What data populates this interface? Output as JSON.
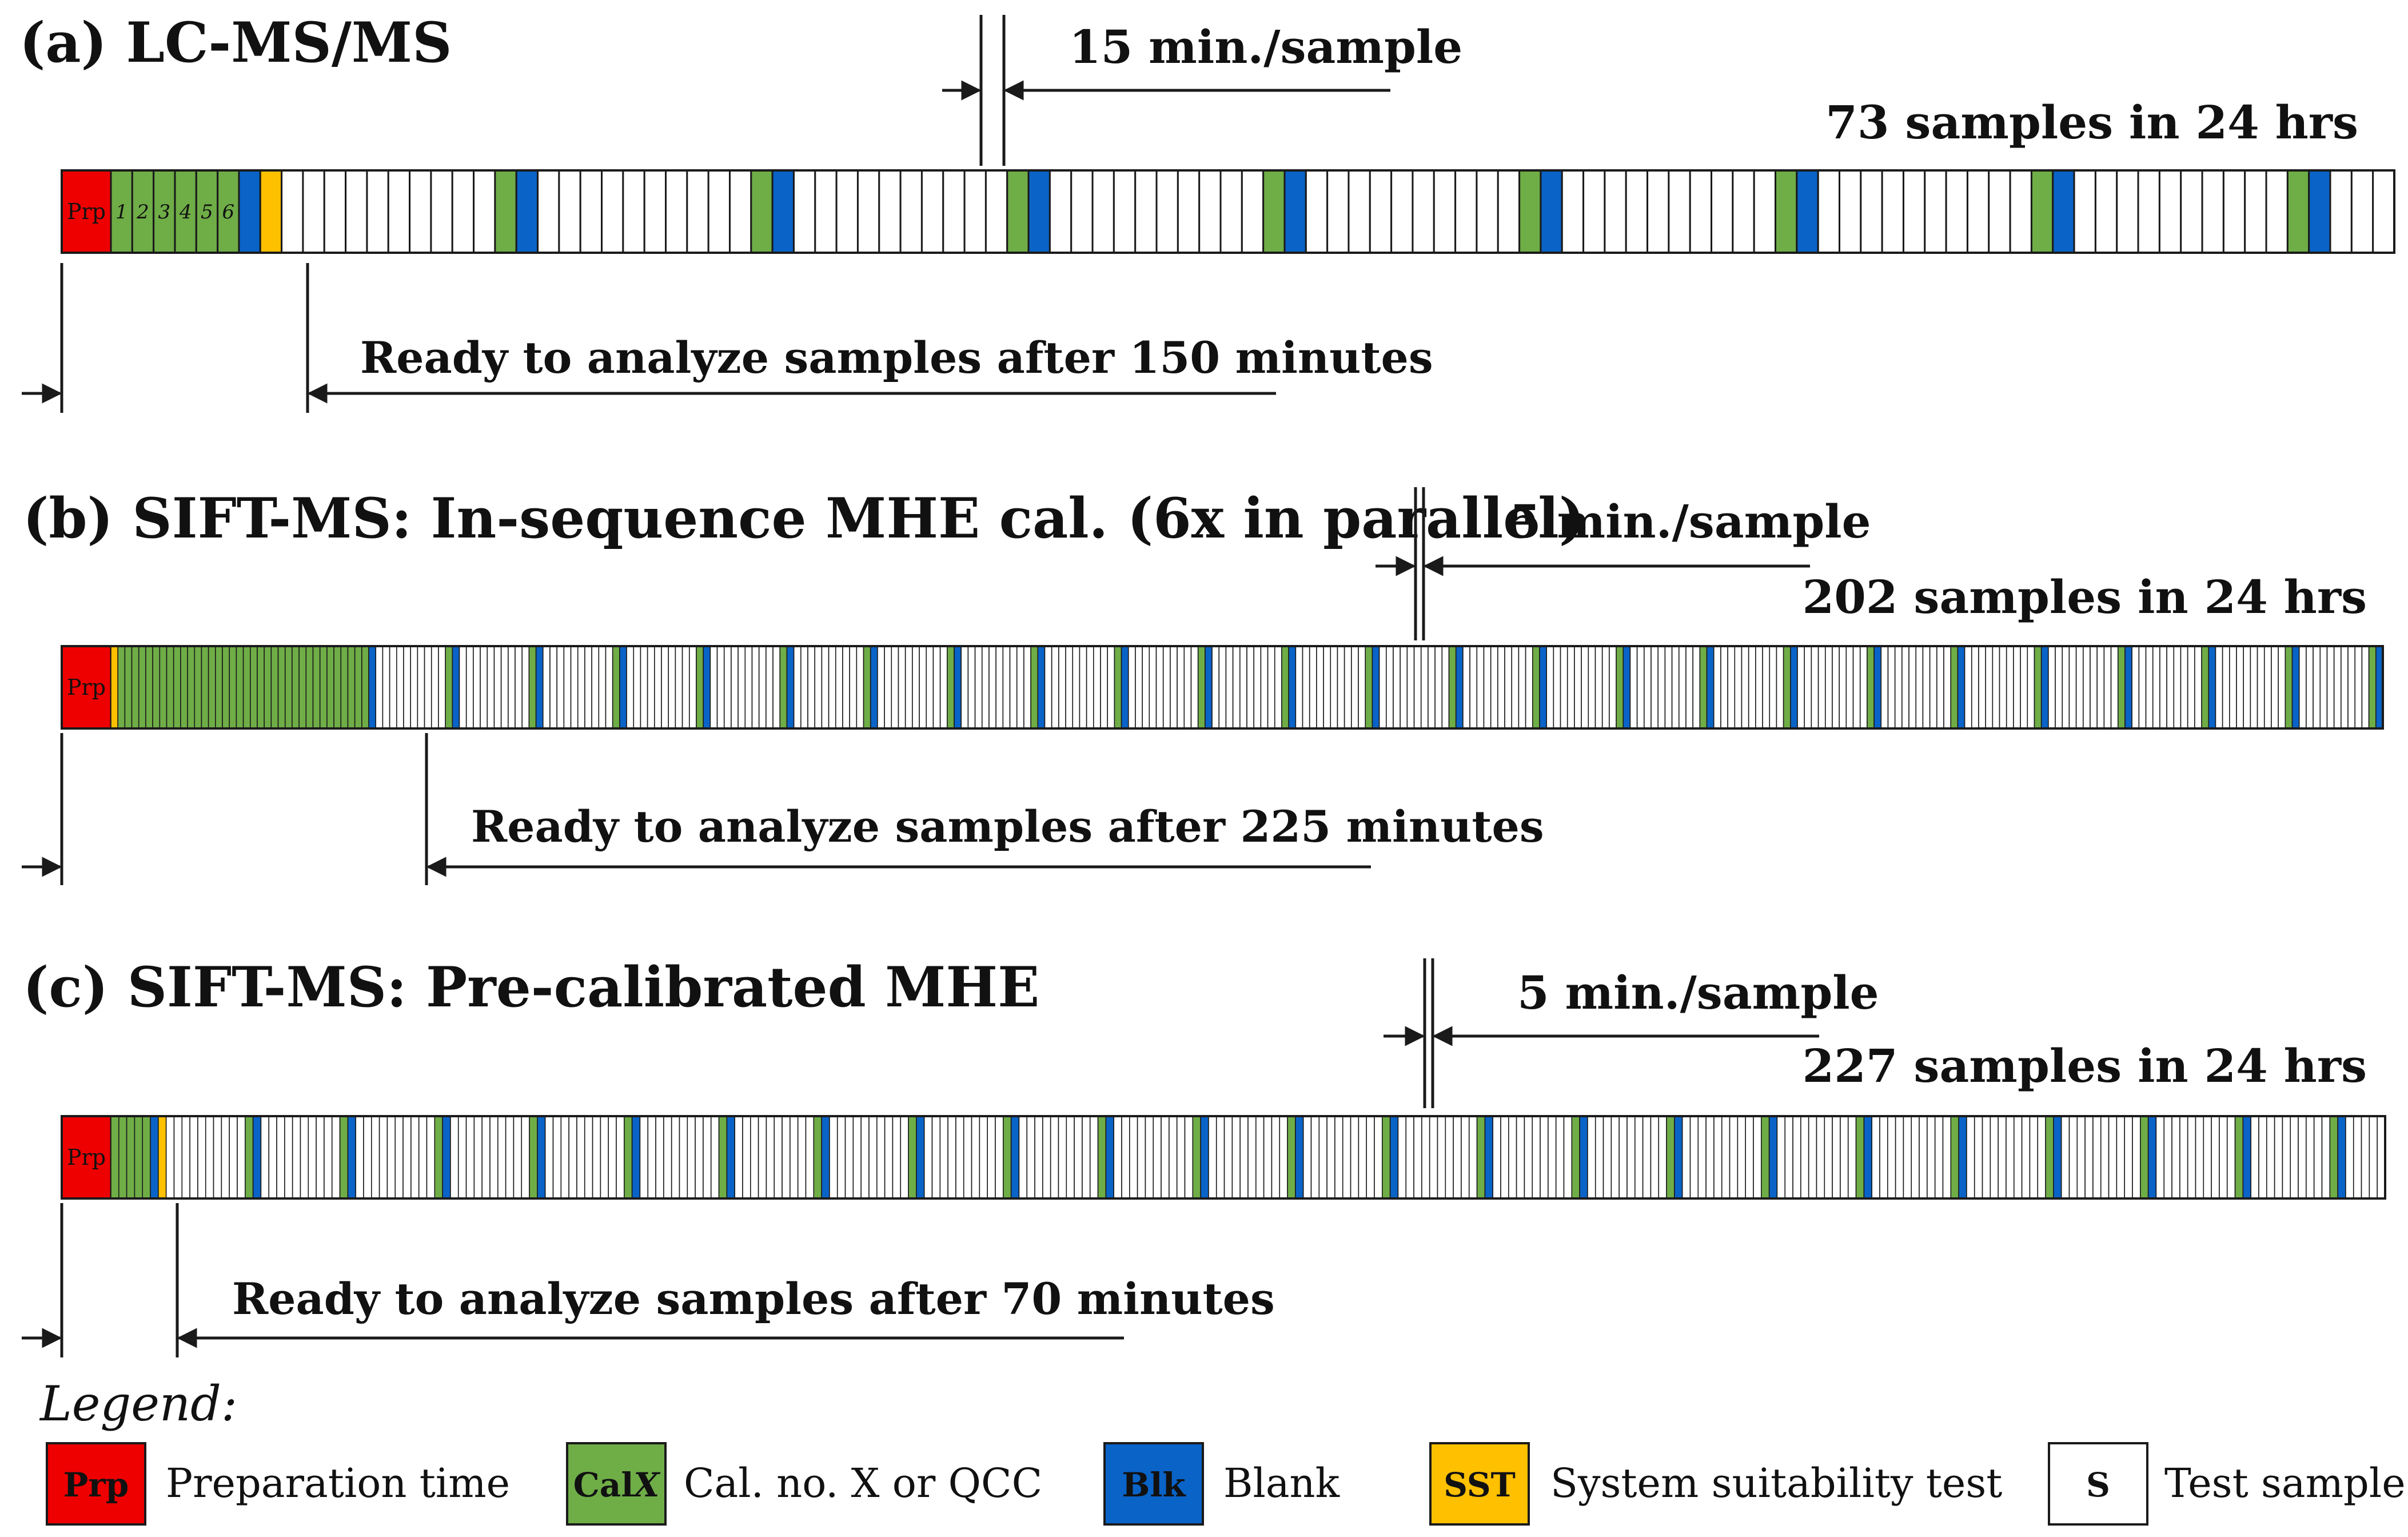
{
  "colors": {
    "prep": "#ee0000",
    "cal": "#6fad47",
    "blank": "#0a63c7",
    "sst": "#ffc000",
    "sample": "#ffffff",
    "line": "#1a1a1a"
  },
  "panels": [
    {
      "title": "(a) LC-MS/MS",
      "rate_label": "15 min./sample",
      "count_label": "73 samples in 24 hrs",
      "ready_label": "Ready to analyze samples after 150 minutes",
      "prep_label": "Prp",
      "cal_numbers": [
        "1",
        "2",
        "3",
        "4",
        "5",
        "6"
      ],
      "init_cal": 6,
      "init_blank": 1,
      "init_sst": 1,
      "samples_between": 10,
      "groups": 8,
      "trailing_samples": 3,
      "minutes_per_sample": 15,
      "ready_after_minutes": 150,
      "samples_per_24h": 73
    },
    {
      "title": "(b) SIFT-MS: In-sequence MHE cal. (6x in parallel)",
      "rate_label": "5 min./sample",
      "count_label": "202 samples in 24 hrs",
      "ready_label": "Ready to analyze samples after 225 minutes",
      "prep_label": "Prp",
      "init_sst": 1,
      "init_cal": 36,
      "init_blank": 1,
      "samples_between": 10,
      "groups": 24,
      "minutes_per_sample": 5,
      "ready_after_minutes": 225,
      "samples_per_24h": 202
    },
    {
      "title": "(c) SIFT-MS: Pre-calibrated MHE",
      "rate_label": "5 min./sample",
      "count_label": "227 samples in 24 hrs",
      "ready_label": "Ready to analyze samples after 70 minutes",
      "prep_label": "Prp",
      "init_cal": 5,
      "init_blank": 1,
      "init_sst": 1,
      "samples_between": 10,
      "groups": 23,
      "trailing_samples": 5,
      "minutes_per_sample": 5,
      "ready_after_minutes": 70,
      "samples_per_24h": 227
    }
  ],
  "legend": {
    "title": "Legend:",
    "items": [
      {
        "code": "Prp",
        "code_suffix": "",
        "label": "Preparation time",
        "color_key": "prep",
        "code_color": "#7a0000"
      },
      {
        "code": "Cal",
        "code_suffix": "X",
        "label": "Cal. no. X or QCC",
        "color_key": "cal",
        "code_color": "#111111"
      },
      {
        "code": "Blk",
        "code_suffix": "",
        "label": "Blank",
        "color_key": "blank",
        "code_color": "#111111"
      },
      {
        "code": "SST",
        "code_suffix": "",
        "label": "System suitability test",
        "color_key": "sst",
        "code_color": "#111111"
      },
      {
        "code": "S",
        "code_suffix": "",
        "label": "Test sample",
        "color_key": "sample",
        "code_color": "#111111"
      }
    ]
  }
}
